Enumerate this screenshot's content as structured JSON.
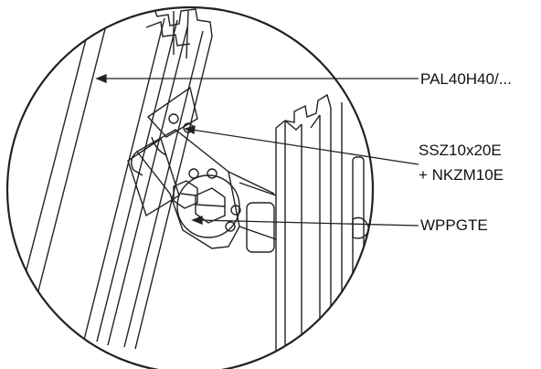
{
  "callouts": [
    {
      "id": "profile",
      "text": "PAL40H40/..."
    },
    {
      "id": "screw_line1",
      "text": "SSZ10x20E"
    },
    {
      "id": "screw_line2",
      "text": "+ NKZM10E"
    },
    {
      "id": "bracket",
      "text": "WPPGTE"
    }
  ],
  "colors": {
    "line": "#222222",
    "background": "#ffffff"
  }
}
